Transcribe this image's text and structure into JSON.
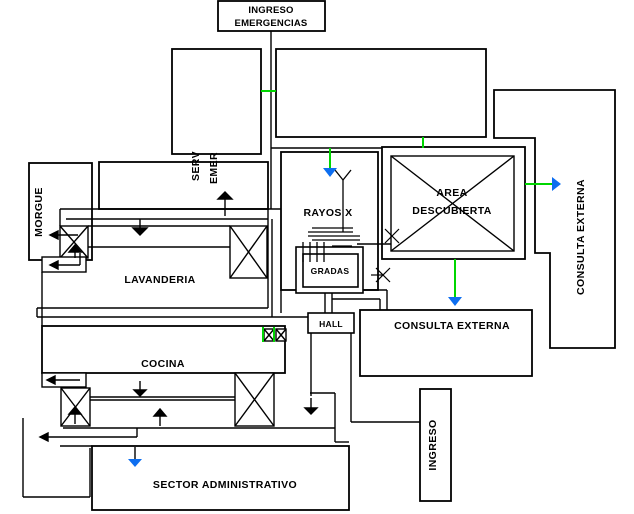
{
  "diagram": {
    "type": "hospital-floor-plan",
    "rooms": {
      "ingreso_emergencias_line1": "INGRESO",
      "ingreso_emergencias_line2": "EMERGENCIAS",
      "morgue": "MORGUE",
      "serv_line1": "SERV",
      "serv_line2": "EMER",
      "lavanderia": "LAVANDERIA",
      "rayos_x": "RAYOS X",
      "gradas": "GRADAS",
      "area_descubierta_line1": "AREA",
      "area_descubierta_line2": "DESCUBIERTA",
      "consulta_externa_right": "CONSULTA EXTERNA",
      "consulta_externa_bottom": "CONSULTA EXTERNA",
      "hall": "HALL",
      "cocina": "COCINA",
      "sector_administrativo": "SECTOR ADMINISTRATIVO",
      "ingreso": "INGRESO"
    },
    "colors": {
      "wall": "#000000",
      "utility_line": "#00d600",
      "flow_arrow": "#0d6ef0",
      "background": "#ffffff"
    }
  }
}
